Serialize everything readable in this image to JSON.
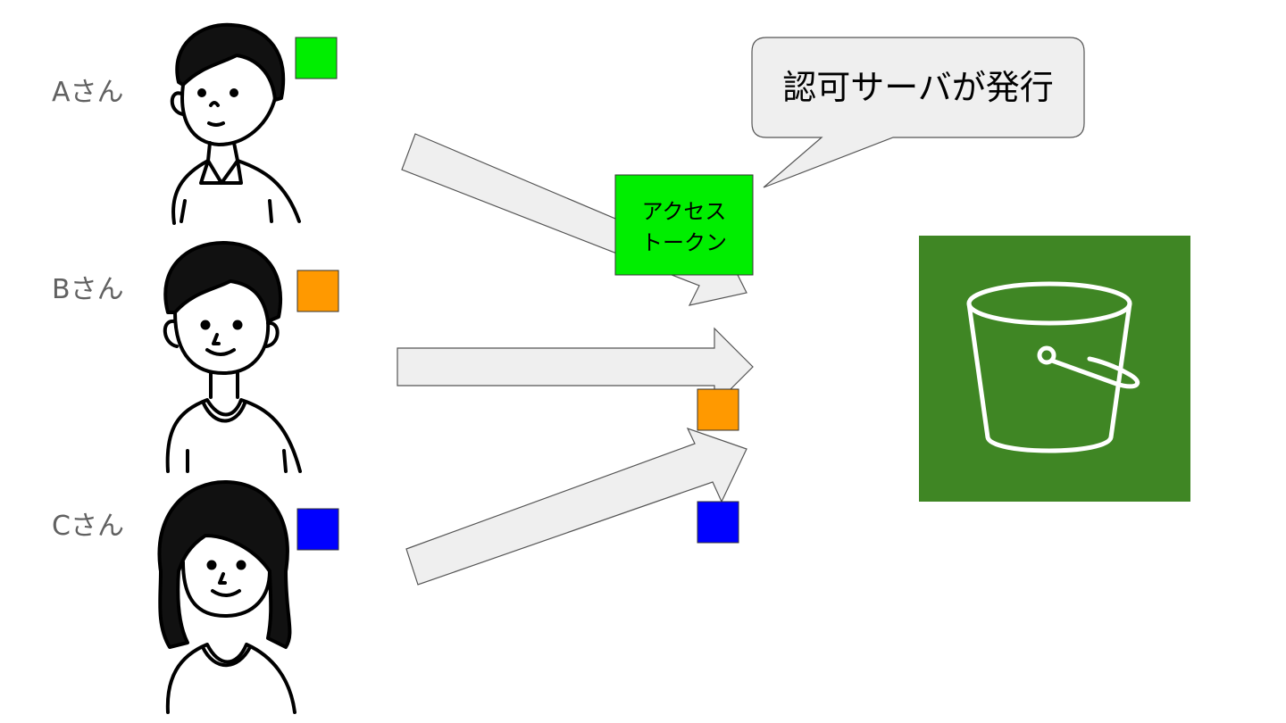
{
  "persons": [
    {
      "label": "Aさん",
      "token_color": "#00ee00"
    },
    {
      "label": "Bさん",
      "token_color": "#ff9900"
    },
    {
      "label": "Cさん",
      "token_color": "#0000ff"
    }
  ],
  "callout": {
    "text": "認可サーバが発行"
  },
  "access_token": {
    "line1": "アクセス",
    "line2": "トークン",
    "color": "#00ee00"
  },
  "sent_tokens": [
    {
      "color": "#ff9900"
    },
    {
      "color": "#0000ff"
    }
  ],
  "storage": {
    "icon": "s3-bucket-icon",
    "background": "#3f8624"
  }
}
